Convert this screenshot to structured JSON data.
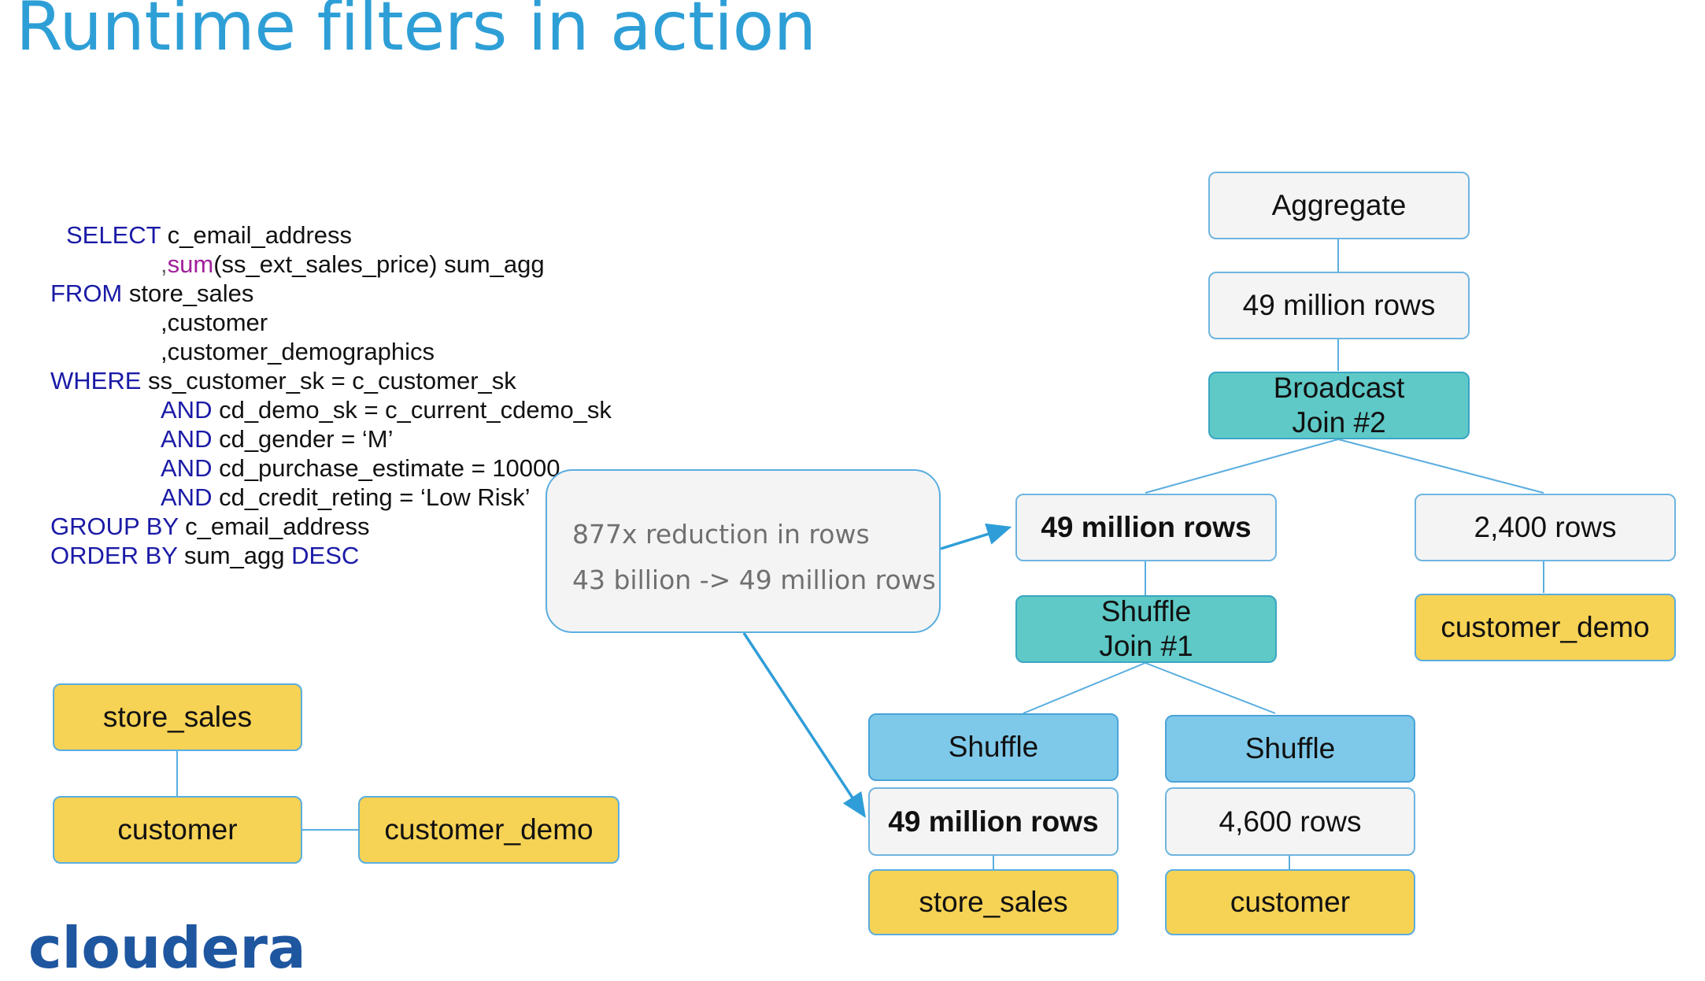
{
  "title": "Runtime filters in action",
  "sql": {
    "select_kw": "SELECT",
    "select_col": "c_email_address",
    "comma1": ",",
    "sum_fn": "sum",
    "sum_args": "(ss_ext_sales_price) sum_agg",
    "from_kw": "FROM",
    "from_t1": "store_sales",
    "from_t2": ",customer",
    "from_t3": ",customer_demographics",
    "where_kw": "WHERE",
    "where_c1": "ss_customer_sk = c_customer_sk",
    "and_kw": "AND",
    "where_c2": "cd_demo_sk = c_current_cdemo_sk",
    "where_c3": "cd_gender = ‘M’",
    "where_c4": "cd_purchase_estimate = 10000",
    "where_c5": "cd_credit_reting = ‘Low Risk’",
    "group_kw": "GROUP BY",
    "group_col": "c_email_address",
    "order_kw": "ORDER BY",
    "order_col": "sum_agg",
    "desc_kw": "DESC"
  },
  "schema": {
    "store_sales": "store_sales",
    "customer": "customer",
    "customer_demo": "customer_demo"
  },
  "callout": {
    "line1": "877x reduction in rows",
    "line2": "43 billion -> 49 million rows"
  },
  "plan": {
    "aggregate": "Aggregate",
    "agg_rows": "49 million rows",
    "broadcast": "Broadcast\nJoin #2",
    "left_rows": "49 million rows",
    "right_rows": "2,400 rows",
    "customer_demo": "customer_demo",
    "shuffle_join": "Shuffle\nJoin #1",
    "shuffle_left": "Shuffle",
    "shuffle_right": "Shuffle",
    "ss_rows": "49 million rows",
    "cust_rows": "4,600 rows",
    "store_sales": "store_sales",
    "customer": "customer"
  },
  "logo": "cloudera",
  "colors": {
    "title": "#2e9fd6",
    "keyword": "#1a1aa6",
    "function": "#a0209a",
    "table_box": "#f6d255",
    "row_box": "#f4f4f4",
    "join_box": "#5ec9c6",
    "shuffle_box": "#7ec9ea",
    "edge": "#5aaee0"
  }
}
